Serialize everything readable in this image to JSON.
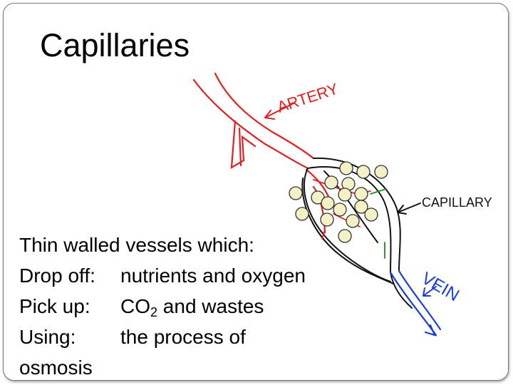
{
  "slide": {
    "title": "Capillaries",
    "intro": "Thin walled vessels which:",
    "rows": [
      {
        "label": "Drop off:",
        "value": "nutrients and oxygen"
      },
      {
        "label": "Pick up:",
        "value_main": "CO",
        "value_sub": "2",
        "value_rest": " and wastes"
      },
      {
        "label": "Using:",
        "value": "the process of"
      }
    ],
    "last_line": "osmosis"
  },
  "diagram": {
    "artery_label": "ARTERY",
    "capillary_label": "CAPILLARY",
    "vein_label": "VEIN",
    "colors": {
      "artery": "#e02020",
      "vein": "#1a3fd6",
      "capillary": "#111111",
      "cell": "#f4f1c6",
      "transfer": "#1f8a1f"
    }
  }
}
